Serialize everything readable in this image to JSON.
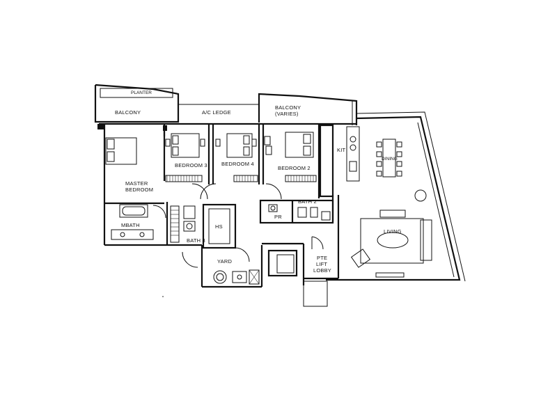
{
  "labels": {
    "balcony_left": "BALCONY",
    "ac_ledge": "A/C LEDGE",
    "balcony_right_1": "BALCONY",
    "balcony_right_2": "(VARIES)",
    "planter": "PLANTER",
    "master_1": "MASTER",
    "master_2": "BEDROOM",
    "bedroom3": "BEDROOM 3",
    "bedroom4": "BEDROOM 4",
    "bedroom2": "BEDROOM 2",
    "kit": "KIT",
    "dining": "DINING",
    "bath2": "BATH 2",
    "pr": "PR",
    "mbath": "MBATH",
    "hs": "HS",
    "bath3": "BATH 3",
    "yard": "YARD",
    "pte_1": "PTE",
    "pte_2": "LIFT",
    "pte_3": "LOBBY",
    "living": "LIVING"
  }
}
